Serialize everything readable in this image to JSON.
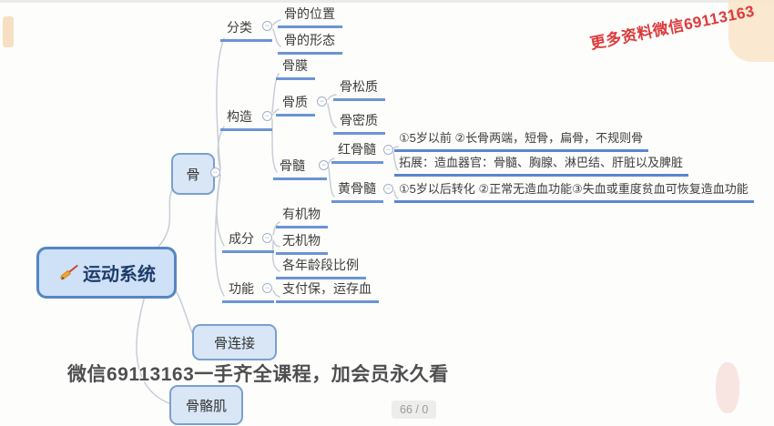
{
  "watermarks": {
    "top_right": "更多资料微信69113163",
    "bottom": "微信69113163一手齐全课程，加会员永久看"
  },
  "page_indicator": "66 / 0",
  "icons": {
    "collapse_minus": "−"
  },
  "colors": {
    "underline_blue": "#6b94d6",
    "node_border": "#7aa0cf",
    "node_fill": "#d9e6f6",
    "root_border": "#5586c2",
    "root_fill": "#cfe1f6",
    "connector_gray": "#c5cbd7",
    "watermark_red": "#dd3a3c"
  },
  "mindmap": {
    "nodes": {
      "root": "运动系统",
      "bone": "骨",
      "bone_connection": "骨连接",
      "skeletal_muscle": "骨骼肌",
      "classification": "分类",
      "position": "骨的位置",
      "shape": "骨的形态",
      "structure": "构造",
      "periosteum": "骨膜",
      "bone_substance": "骨质",
      "spongy": "骨松质",
      "compact": "骨密质",
      "marrow": "骨髓",
      "red_marrow": "红骨髓",
      "red_marrow_note": "①5岁以前 ②长骨两端，短骨，扁骨，不规则骨",
      "marrow_expand_note": "拓展：造血器官：骨髓、胸腺、淋巴结、肝脏以及脾脏",
      "yellow_marrow": "黄骨髓",
      "yellow_marrow_note": "①5岁以后转化 ②正常无造血功能③失血或重度贫血可恢复造血功能",
      "composition": "成分",
      "organic": "有机物",
      "inorganic": "无机物",
      "age_ratio": "各年龄段比例",
      "function": "功能",
      "function_note": "支付保，运存血"
    }
  }
}
